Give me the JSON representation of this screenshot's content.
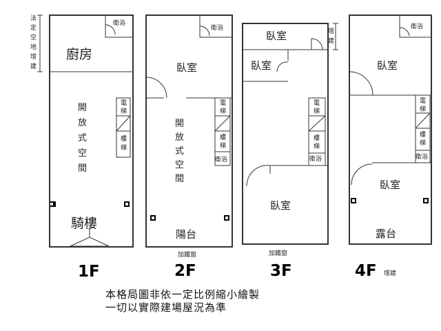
{
  "floor1": {
    "legal_addition_label": [
      "法",
      "定",
      "空",
      "地",
      "增",
      "建"
    ],
    "kitchen": "廚房",
    "bathroom": "衛浴",
    "elevator": [
      "電",
      "梯"
    ],
    "stairs": [
      "樓",
      "梯"
    ],
    "open_space": [
      "開",
      "放",
      "式",
      "空",
      "間"
    ],
    "arcade": "騎樓",
    "label": "1F"
  },
  "floor2": {
    "bathroom": "衛浴",
    "bedroom": "臥室",
    "open_space": [
      "開",
      "放",
      "式",
      "空",
      "間"
    ],
    "elevator": [
      "電",
      "梯"
    ],
    "stairs": [
      "樓",
      "梯"
    ],
    "bathroom2": "衛浴",
    "balcony": "陽台",
    "window_label": "加鐵窗",
    "label": "2F"
  },
  "floor3": {
    "addition_label": [
      "增",
      "建"
    ],
    "bedroom_top": "臥室",
    "bedroom_mid": "臥室",
    "elevator": [
      "電",
      "梯"
    ],
    "stairs": [
      "樓",
      "梯"
    ],
    "bathroom": "衛浴",
    "bedroom_bottom": "臥室",
    "window_label": "加鐵窗",
    "label": "3F"
  },
  "floor4": {
    "bathroom_top": "衛浴",
    "bedroom_top": "臥室",
    "elevator": [
      "電",
      "梯"
    ],
    "stairs": [
      "樓",
      "梯"
    ],
    "bathroom": "衛浴",
    "bedroom_bottom": "臥室",
    "terrace": "露台",
    "label": "4F",
    "addition_label": "增建"
  },
  "notes": [
    "本格局圖非依一定比例縮小繪製",
    "一切以實際建場屋況為準"
  ]
}
